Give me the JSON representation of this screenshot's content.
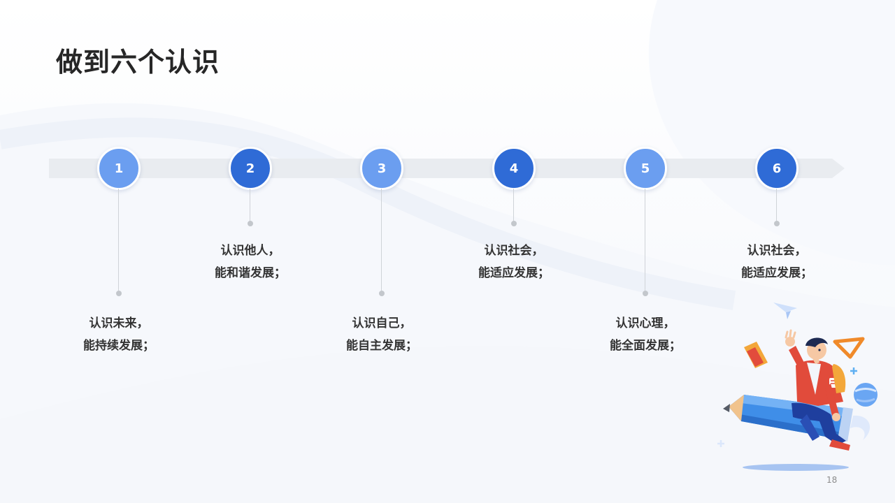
{
  "slide": {
    "title": "做到六个认识",
    "page_number": "18"
  },
  "steps": [
    {
      "number": "1",
      "line1": "认识未来，",
      "line2": "能持续发展；"
    },
    {
      "number": "2",
      "line1": "认识他人，",
      "line2": "能和谐发展；"
    },
    {
      "number": "3",
      "line1": "认识自己，",
      "line2": "能自主发展；"
    },
    {
      "number": "4",
      "line1": "认识社会，",
      "line2": "能适应发展；"
    },
    {
      "number": "5",
      "line1": "认识心理，",
      "line2": "能全面发展；"
    },
    {
      "number": "6",
      "line1": "认识社会，",
      "line2": "能适应发展；"
    }
  ],
  "colors": {
    "circle_light": "#6b9ef0",
    "circle_dark": "#2f6bd6",
    "track": "#e9ecf0",
    "title": "#262626"
  },
  "illustration": {
    "icon": "student-riding-pencil-illustration"
  }
}
